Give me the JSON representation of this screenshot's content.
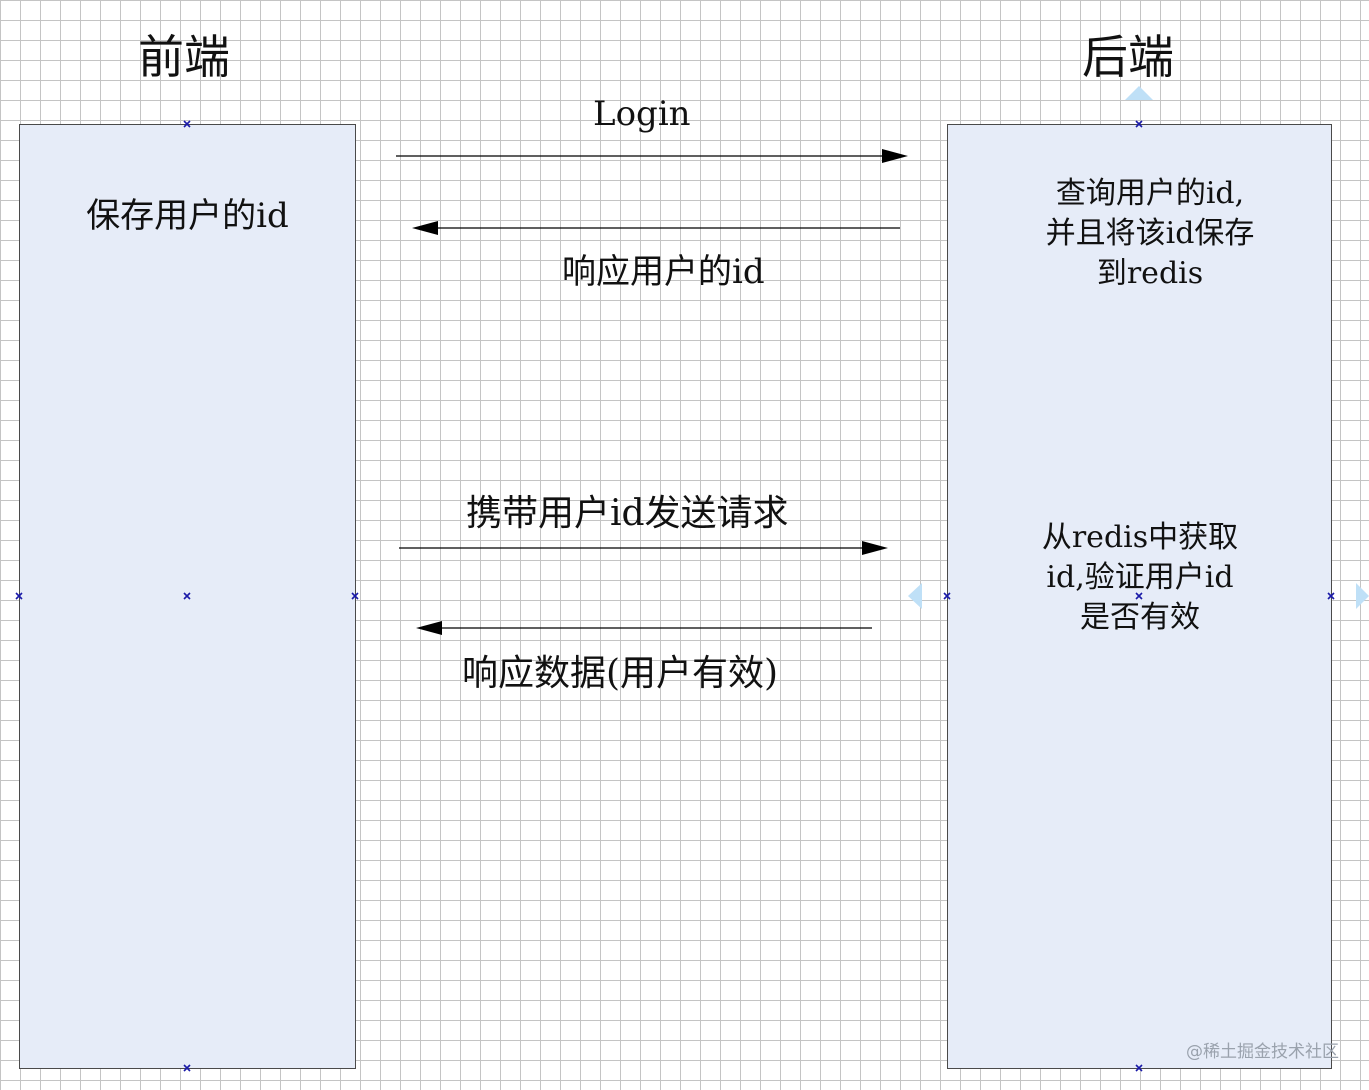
{
  "frontend": {
    "title": "前端",
    "note": [
      "保存用户的id"
    ]
  },
  "backend": {
    "title": "后端",
    "note_top": [
      "查询用户的id,",
      "并且将该id保存",
      "到redis"
    ],
    "note_middle": [
      "从redis中获取",
      "id,验证用户id",
      "是否有效"
    ]
  },
  "messages": {
    "login": "Login",
    "response_id": "响应用户的id",
    "request_with_id": "携带用户id发送请求",
    "response_data": "响应数据(用户有效)"
  },
  "watermark": "@稀土掘金技术社区",
  "colors": {
    "lane_fill": "#e6ecf8",
    "lane_border": "#4a4a4a",
    "handle": "#1a1aa8",
    "connector_hint": "#bfe0f7",
    "grid": "#c4c4c4"
  }
}
